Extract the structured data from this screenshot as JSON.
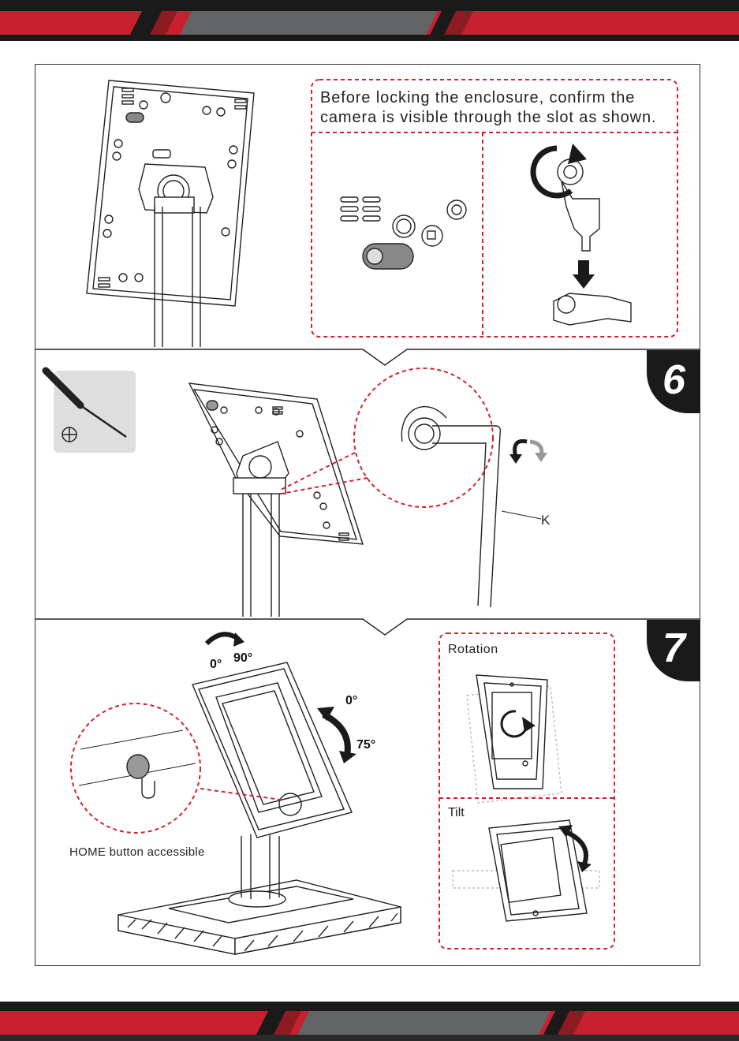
{
  "colors": {
    "brand_red": "#c8202e",
    "dark_band": "#1a1a1a",
    "gray_band": "#636466",
    "dashed_red": "#d42030"
  },
  "note": {
    "line1": "Before locking the enclosure, confirm the",
    "line2": "camera is visible through the slot as shown."
  },
  "icons": {
    "screwdriver": "phillips-screwdriver-icon",
    "phillips": "phillips-head-symbol-icon",
    "arrow_down": "arrow-down-icon",
    "rotate": "rotate-arrow-icon"
  },
  "step6": {
    "number": "6",
    "tool_label": "K"
  },
  "step7": {
    "number": "7",
    "rotation_start": "0°",
    "rotation_end": "90°",
    "tilt_start": "0°",
    "tilt_end": "75°",
    "home_button_label": "HOME button accessible",
    "rotation_label": "Rotation",
    "tilt_label": "Tilt"
  }
}
